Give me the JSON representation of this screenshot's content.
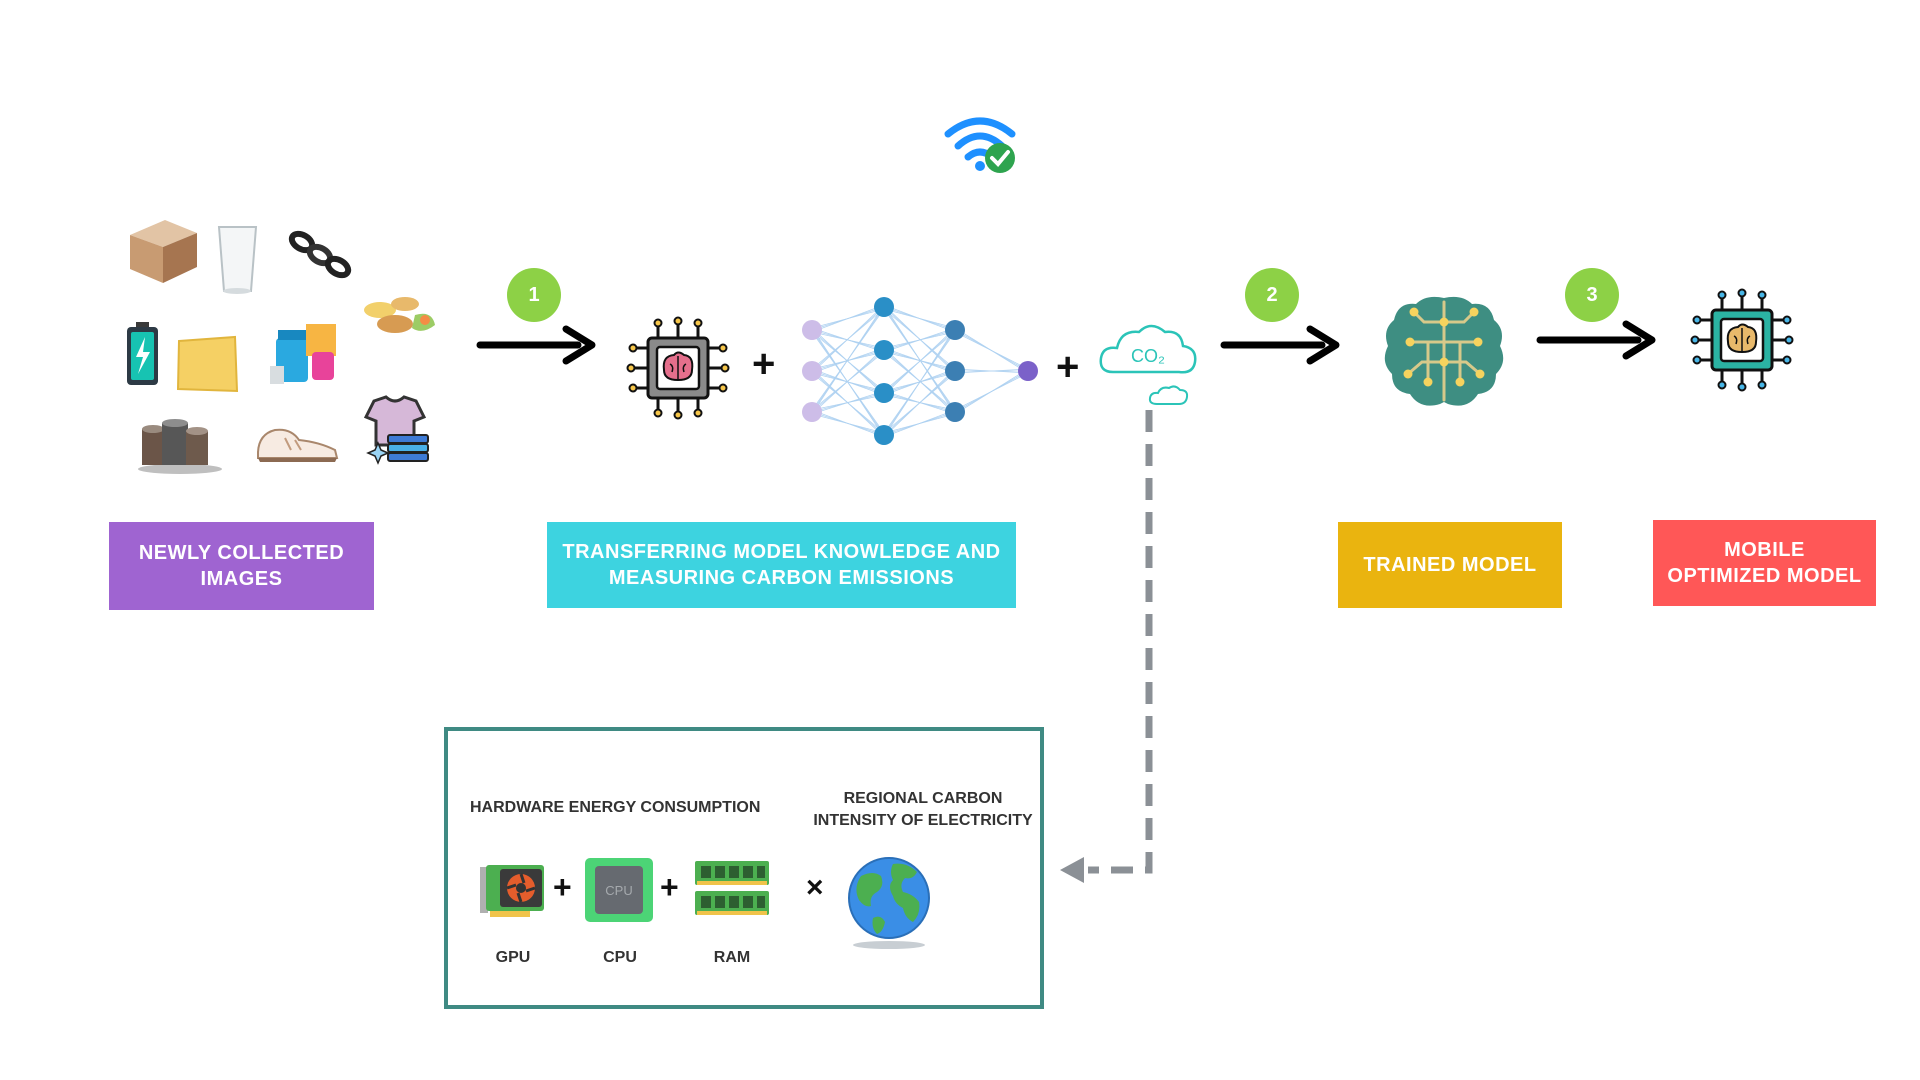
{
  "steps": [
    "1",
    "2",
    "3"
  ],
  "labels": {
    "images": "NEWLY COLLECTED\nIMAGES",
    "transfer": "TRANSFERRING  MODEL KNOWLEDGE AND\nMEASURING CARBON EMISSIONS",
    "trained": "TRAINED MODEL",
    "mobile": "MOBILE\nOPTIMIZED MODEL"
  },
  "colors": {
    "images": "#9f64d1",
    "transfer": "#3dd3e0",
    "trained": "#eab40f",
    "mobile": "#ff5757",
    "step": "#8dd146",
    "panel_border": "#3f8a83"
  },
  "co2": "CO₂",
  "panel": {
    "hardware_title": "HARDWARE ENERGY CONSUMPTION",
    "regional_title": "REGIONAL CARBON\nINTENSITY OF ELECTRICITY",
    "gpu": "GPU",
    "cpu": "CPU",
    "cpu_chip_text": "CPU",
    "ram": "RAM",
    "times": "×",
    "plus": "+"
  },
  "icons": [
    "wifi-check-icon",
    "cardboard-box-icon",
    "glass-icon",
    "chain-icon",
    "battery-icon",
    "paper-icon",
    "plastic-cups-icon",
    "food-waste-icon",
    "metal-cans-icon",
    "shoe-icon",
    "clothes-icon",
    "ai-chip-icon",
    "neural-network-icon",
    "co2-cloud-icon",
    "brain-circuit-icon",
    "mobile-chip-icon",
    "gpu-icon",
    "cpu-icon",
    "ram-icon",
    "globe-icon"
  ]
}
